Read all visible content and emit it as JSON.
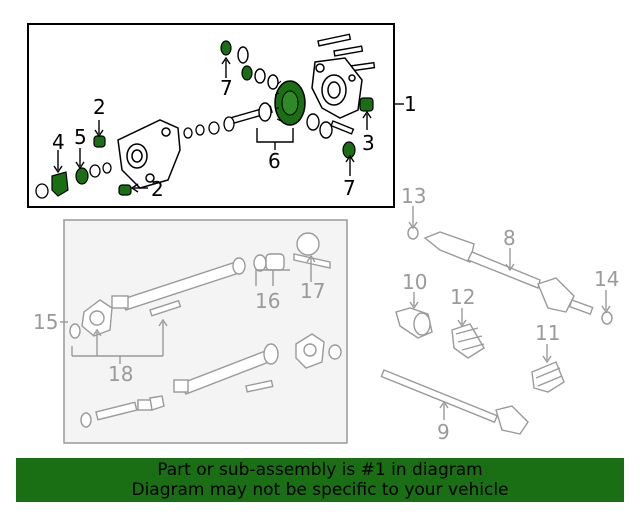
{
  "callouts": {
    "c1": "1",
    "c2a": "2",
    "c2b": "2",
    "c3": "3",
    "c4": "4",
    "c5": "5",
    "c6": "6",
    "c7a": "7",
    "c7b": "7",
    "c8": "8",
    "c9": "9",
    "c10": "10",
    "c11": "11",
    "c12": "12",
    "c13": "13",
    "c14": "14",
    "c15": "15",
    "c16": "16",
    "c17": "17",
    "c18": "18"
  },
  "banner": {
    "line1": "Part or sub-assembly is #1 in diagram",
    "line2": "Diagram may not be specific to your vehicle"
  },
  "colors": {
    "highlight_green": "#1a6e14",
    "banner_green": "#1a6e14",
    "line_dark": "#000000",
    "line_grey": "#9a9a9a",
    "inset_fill": "#f4f4f4"
  },
  "icons": [
    "differential-housing-icon",
    "ring-gear-icon",
    "pinion-gear-icon",
    "propeller-shaft-icon",
    "drive-shaft-icon",
    "cv-boot-icon",
    "bolt-icon",
    "seal-icon"
  ]
}
